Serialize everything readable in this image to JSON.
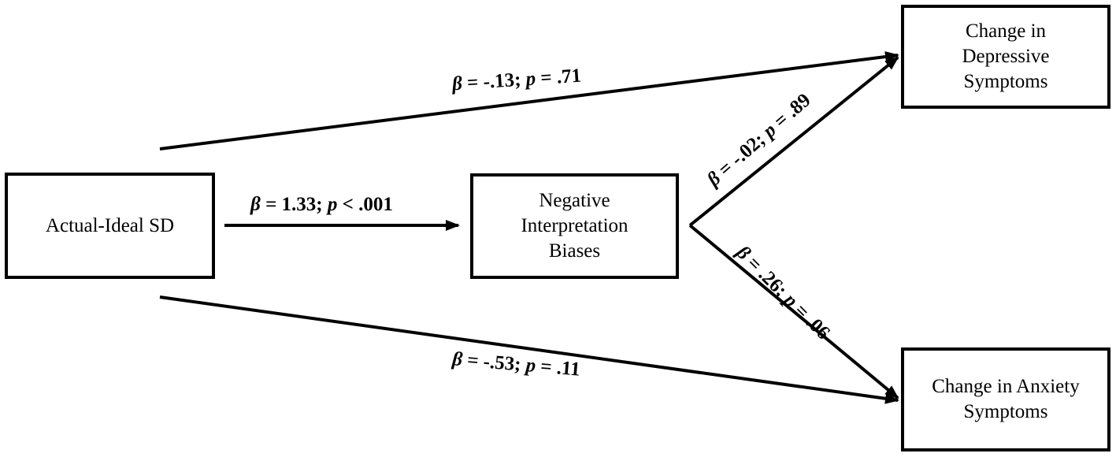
{
  "nodes": {
    "actual_ideal": {
      "lines": [
        "Actual-Ideal SD"
      ]
    },
    "negative_bias": {
      "lines": [
        "Negative",
        "Interpretation",
        "Biases"
      ]
    },
    "depressive": {
      "lines": [
        "Change in",
        "Depressive",
        "Symptoms"
      ]
    },
    "anxiety": {
      "lines": [
        "Change in Anxiety",
        "Symptoms"
      ]
    }
  },
  "edges": {
    "ai_to_dep": {
      "beta": "β",
      "beta_val": " = -.13; ",
      "p": "p",
      "p_val": " = .71"
    },
    "ai_to_nib": {
      "beta": "β",
      "beta_val": " = 1.33; ",
      "p": "p",
      "p_val": " < .001"
    },
    "nib_to_dep": {
      "beta": "β",
      "beta_val": " = -.02; ",
      "p": "p",
      "p_val": " = .89"
    },
    "nib_to_anx": {
      "beta": "β",
      "beta_val": " = .26; ",
      "p": "p",
      "p_val": " = .06"
    },
    "ai_to_anx": {
      "beta": "β",
      "beta_val": " = -.53; ",
      "p": "p",
      "p_val": " = .11"
    }
  }
}
